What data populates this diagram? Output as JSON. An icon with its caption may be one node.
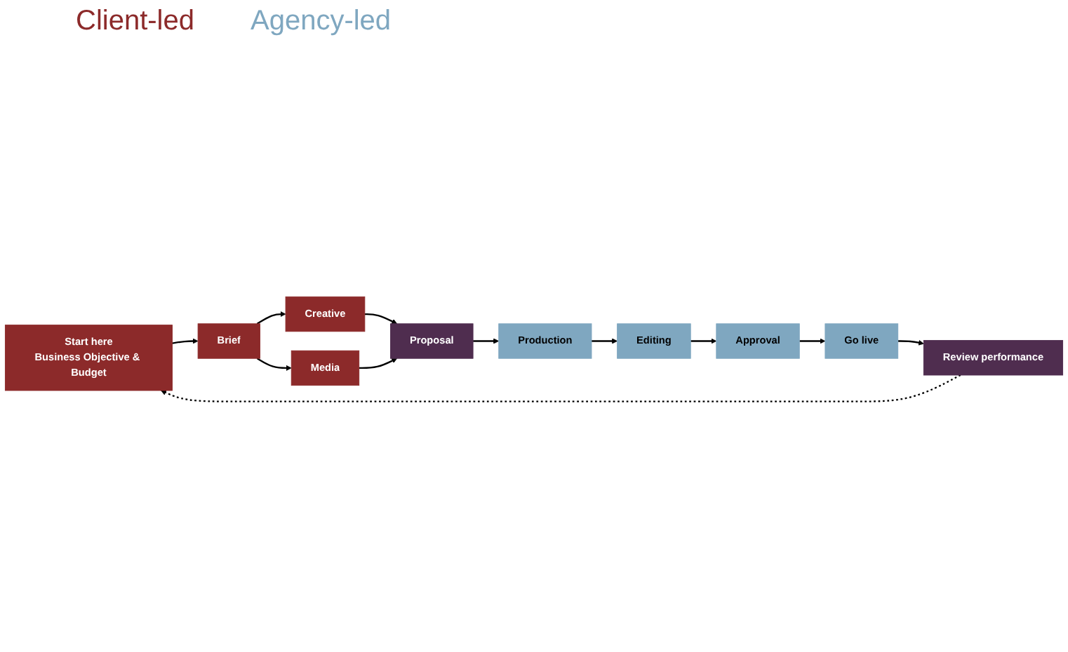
{
  "diagram": {
    "nodes": [
      {
        "text": [
          "Start here",
          "Business Objective & Budget"
        ]
      },
      {
        "text": [
          "Creative"
        ]
      },
      {
        "text": [
          "Brief"
        ]
      },
      {
        "text": [
          "Media"
        ]
      },
      {
        "text": [
          "Proposal"
        ]
      },
      {
        "text": [
          "Production"
        ]
      },
      {
        "text": [
          "Editing"
        ]
      },
      {
        "text": [
          "Go live"
        ]
      },
      {
        "text": [
          "Approval"
        ]
      },
      {
        "text": [
          "Review performance"
        ]
      }
    ],
    "edges": [
      {
        "from": 0,
        "to": 2,
        "arrow": "to"
      },
      {
        "from": 2,
        "to": 1,
        "arrow": "to"
      },
      {
        "from": 2,
        "to": 3,
        "arrow": "to"
      },
      {
        "from": 1,
        "to": 4,
        "arrow": "to"
      },
      {
        "from": 3,
        "to": 4,
        "arrow": "to"
      },
      {
        "from": 4,
        "to": 5,
        "arrow": "to"
      },
      {
        "from": 5,
        "to": 6,
        "arrow": "to"
      },
      {
        "from": 6,
        "to": 8,
        "arrow": "to"
      },
      {
        "from": 8,
        "to": 7,
        "arrow": "to"
      },
      {
        "from": 7,
        "to": 9,
        "arrow": "to"
      },
      {
        "from": 9,
        "to": 0,
        "arrow": "to",
        "style": "dashed"
      }
    ],
    "legend": [
      {
        "text": "Client-led",
        "color": "#8c2a2a"
      },
      {
        "text": "Agency-led",
        "color": "#7fa7c0"
      }
    ]
  }
}
